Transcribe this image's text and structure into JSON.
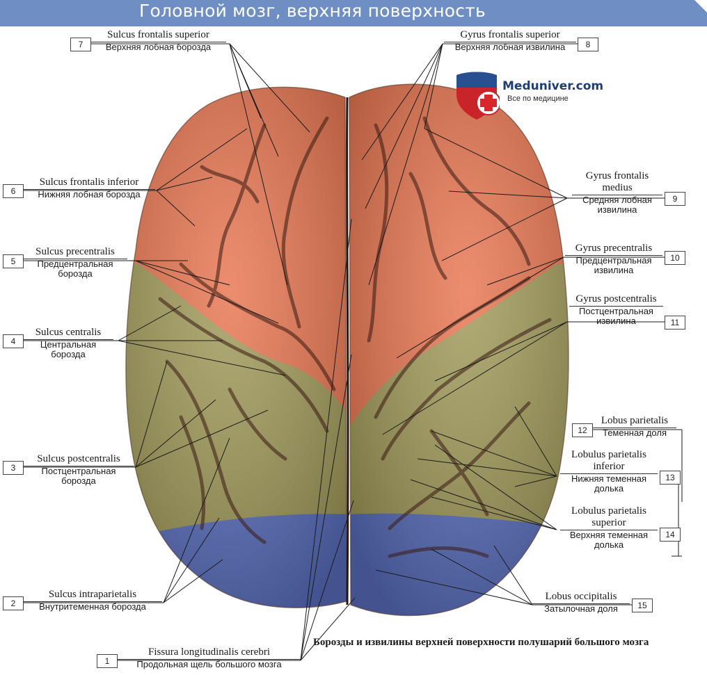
{
  "header": {
    "title": "Головной мозг, верхняя поверхность"
  },
  "logo": {
    "brand": "Meduniver.com",
    "tagline": "Все по медицине"
  },
  "caption": "Борозды и извилины верхней поверхности полушарий большого мозга",
  "colors": {
    "frontal": "#e8744f",
    "parietal": "#a09a58",
    "occipital": "#5a6fbf",
    "header": "#6f8fc4"
  },
  "labels": {
    "l1": {
      "num": "1",
      "lat": "Fissura longitudinalis cerebri",
      "ru": "Продольная щель большого мозга"
    },
    "l2": {
      "num": "2",
      "lat": "Sulcus intraparietalis",
      "ru": "Внутритеменная борозда"
    },
    "l3": {
      "num": "3",
      "lat": "Sulcus postcentralis",
      "ru": "Постцентральная борозда"
    },
    "l4": {
      "num": "4",
      "lat": "Sulcus centralis",
      "ru": "Центральная борозда"
    },
    "l5": {
      "num": "5",
      "lat": "Sulcus precentralis",
      "ru": "Предцентральная борозда"
    },
    "l6": {
      "num": "6",
      "lat": "Sulcus frontalis inferior",
      "ru": "Нижняя лобная борозда"
    },
    "l7": {
      "num": "7",
      "lat": "Sulcus frontalis superior",
      "ru": "Верхняя лобная борозда"
    },
    "l8": {
      "num": "8",
      "lat": "Gyrus frontalis superior",
      "ru": "Верхняя лобная извилина"
    },
    "l9": {
      "num": "9",
      "lat": "Gyrus frontalis medius",
      "ru": "Средняя лобная извилина"
    },
    "l10": {
      "num": "10",
      "lat": "Gyrus precentralis",
      "ru": "Предцентральная извилина"
    },
    "l11": {
      "num": "11",
      "lat": "Gyrus postcentralis",
      "ru": "Постцентральная извилина"
    },
    "l12": {
      "num": "12",
      "lat": "Lobus parietalis",
      "ru": "Теменная доля"
    },
    "l13": {
      "num": "13",
      "lat": "Lobulus parietalis inferior",
      "ru": "Нижняя теменная долька"
    },
    "l14": {
      "num": "14",
      "lat": "Lobulus parietalis superior",
      "ru": "Верхняя теменная долька"
    },
    "l15": {
      "num": "15",
      "lat": "Lobus occipitalis",
      "ru": "Затылочная доля"
    }
  }
}
